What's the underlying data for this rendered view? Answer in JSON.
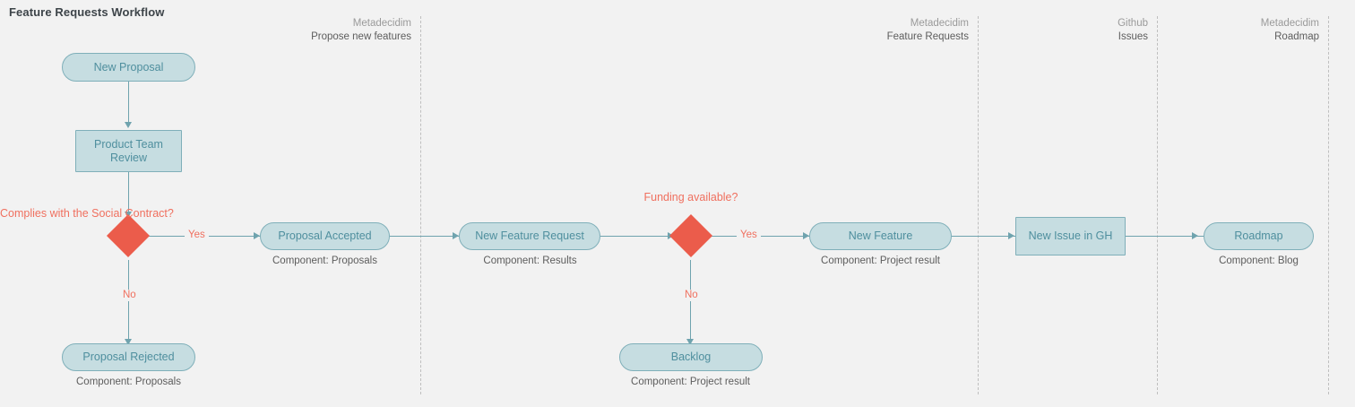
{
  "title": "Feature Requests Workflow",
  "colors": {
    "background": "#f2f2f2",
    "node_fill": "#c6dde1",
    "node_border": "#7fafb9",
    "node_text": "#4f8f9e",
    "connector": "#6fa3ae",
    "decision": "#eb5c4b",
    "decision_text": "#f0705f",
    "caption_text": "#5d5d5d",
    "lane_divider": "#bfbfbf",
    "title_text": "#3d4449"
  },
  "lanes": [
    {
      "org": "Metadecidim",
      "name": "Propose new features"
    },
    {
      "org": "Metadecidim",
      "name": "Feature Requests"
    },
    {
      "org": "Github",
      "name": "Issues"
    },
    {
      "org": "Metadecidim",
      "name": "Roadmap"
    }
  ],
  "nodes": {
    "new_proposal": {
      "label": "New Proposal",
      "shape": "pill"
    },
    "product_team_review": {
      "label": "Product Team Review",
      "shape": "rect"
    },
    "proposal_accepted": {
      "label": "Proposal Accepted",
      "shape": "pill",
      "caption": "Component: Proposals"
    },
    "proposal_rejected": {
      "label": "Proposal Rejected",
      "shape": "pill",
      "caption": "Component: Proposals"
    },
    "new_feature_request": {
      "label": "New Feature Request",
      "shape": "pill",
      "caption": "Component: Results"
    },
    "backlog": {
      "label": "Backlog",
      "shape": "pill",
      "caption": "Component: Project result"
    },
    "new_feature": {
      "label": "New Feature",
      "shape": "pill",
      "caption": "Component: Project result"
    },
    "new_issue_gh": {
      "label": "New Issue in GH",
      "shape": "rect"
    },
    "roadmap": {
      "label": "Roadmap",
      "shape": "pill",
      "caption": "Component: Blog"
    }
  },
  "decisions": {
    "social_contract": {
      "label": "Complies with the Social Contract?",
      "yes": "Yes",
      "no": "No"
    },
    "funding": {
      "label": "Funding available?",
      "yes": "Yes",
      "no": "No"
    }
  }
}
